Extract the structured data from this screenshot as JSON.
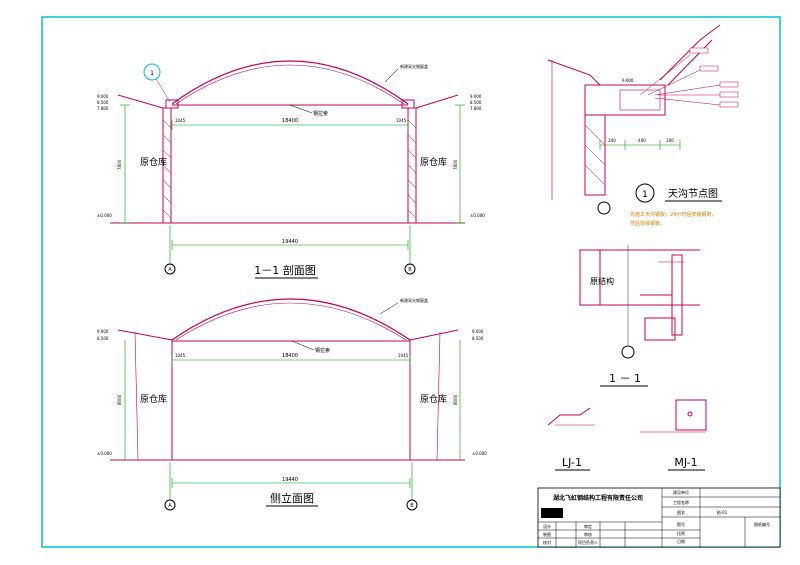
{
  "drawings": {
    "section_1_1": {
      "title": "1－1 剖面图",
      "room_label_left": "原仓库",
      "room_label_right": "原仓库",
      "truss_label": "钢拉索",
      "roof_note": "新建采光钢屋盖",
      "span_dim": "18400",
      "total_dim": "19440",
      "side_dim_left": "1045",
      "side_dim_right": "1045",
      "axis_a": "A",
      "axis_b": "B",
      "height_dim": "7800",
      "levels": [
        "9.000",
        "8.500",
        "7.800",
        "±0.000"
      ],
      "detail_ref": "1"
    },
    "side_elevation": {
      "title": "侧立面图",
      "room_label_left": "原仓库",
      "room_label_right": "原仓库",
      "truss_label": "钢拉索",
      "roof_note": "新建采光钢屋盖",
      "span_dim": "18400",
      "total_dim": "19440",
      "side_dim_left": "1045",
      "side_dim_right": "1045",
      "axis_a": "A",
      "axis_b": "B",
      "height_dim": "8000",
      "levels": [
        "9.000",
        "8.500",
        "±0.000"
      ]
    },
    "gutter_node": {
      "title": "天沟节点图",
      "ref": "1",
      "note_line1": "先施工天沟钢板，24小时后安装钢架，",
      "note_line2": "然后焊接钢板。",
      "dims": [
        "240",
        "400",
        "200"
      ],
      "level": "9.000"
    },
    "section_detail": {
      "title": "1 － 1",
      "label": "原结构",
      "ref": "1"
    },
    "lj1": {
      "title": "LJ-1"
    },
    "mj1": {
      "title": "MJ-1"
    }
  },
  "title_block": {
    "company": "湖北飞虹钢结构工程有限责任公司",
    "project_name_label": "建设单位",
    "project_label": "工程名称",
    "drawing_label": "图名",
    "drawing_no_label": "图号",
    "scale_label": "比例",
    "date_label": "日期",
    "sheet_label": "图纸编号",
    "design_label": "设计",
    "draw_label": "制图",
    "check_label": "校对",
    "review_label": "审定",
    "approve_label": "审核",
    "leader_label": "项目负责人",
    "sheet_no": "结-01"
  },
  "colors": {
    "border": "#00c4d4",
    "structure": "#c8005a",
    "dimension": "#00a000",
    "text": "#000000",
    "hatch": "#c8005a",
    "note": "#d08000"
  }
}
